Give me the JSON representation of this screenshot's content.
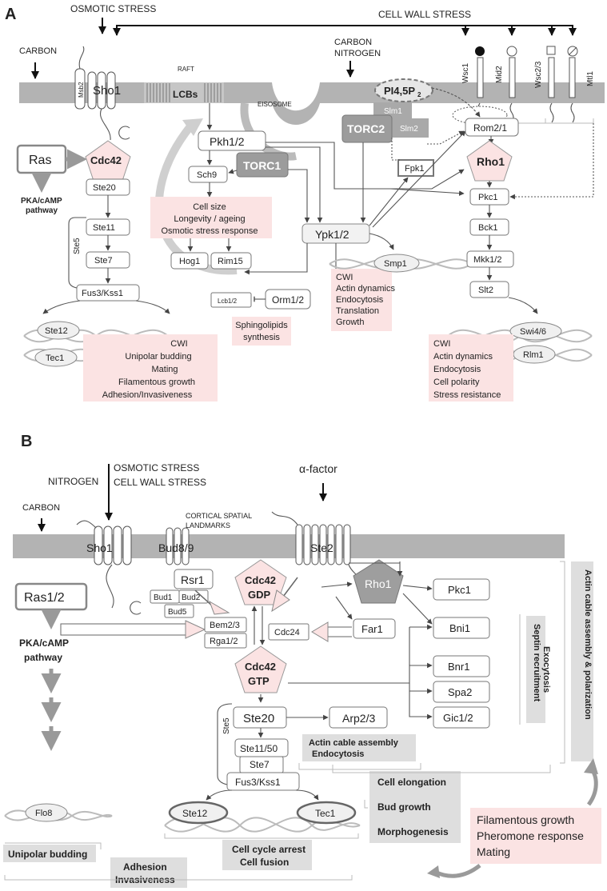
{
  "panel_a": {
    "panel_label": "A",
    "inputs": {
      "osmotic_stress": "OSMOTIC STRESS",
      "cell_wall_stress": "CELL WALL STRESS",
      "carbon": "CARBON",
      "carbon_nitrogen_1": "CARBON",
      "carbon_nitrogen_2": "NITROGEN"
    },
    "membrane": {
      "raft": "RAFT",
      "lcbs": "LCBs",
      "eisosome": "EISOSOME",
      "msb2": "Msb2",
      "sho1": "Sho1",
      "pi45p2": "PI4,5P",
      "pi45p2_sub": "2",
      "slm1": "Slm1",
      "slm2": "Slm2",
      "sensors": [
        "Wsc1",
        "Mid2",
        "Wsc2/3",
        "Mtl1"
      ]
    },
    "nodes": {
      "ras": "Ras",
      "cdc42": "Cdc42",
      "pka_1": "PKA/cAMP",
      "pka_2": "pathway",
      "ste20": "Ste20",
      "ste11": "Ste11",
      "ste7": "Ste7",
      "ste5": "Ste5",
      "fus3": "Fus3/Kss1",
      "ste12": "Ste12",
      "tec1": "Tec1",
      "pkh": "Pkh1/2",
      "torc1": "TORC1",
      "torc2": "TORC2",
      "sch9": "Sch9",
      "hog1": "Hog1",
      "rim15": "Rim15",
      "ypk": "Ypk1/2",
      "fpk1": "Fpk1",
      "lcb12": "Lcb1/2",
      "orm": "Orm1/2",
      "smp1": "Smp1",
      "rom": "Rom2/1",
      "rho1": "Rho1",
      "pkc1": "Pkc1",
      "bck1": "Bck1",
      "mkk": "Mkk1/2",
      "slt2": "Slt2",
      "swi46": "Swi4/6",
      "rlm1": "Rlm1"
    },
    "outputs": {
      "sch9_out": [
        "Cell size",
        "Longevity / ageing",
        "Osmotic stress response"
      ],
      "sphingo": [
        "Sphingolipids",
        "synthesis"
      ],
      "ypk_out": [
        "CWI",
        "Actin dynamics",
        "Endocytosis",
        "Translation",
        "Growth"
      ],
      "fus3_out": [
        "CWI",
        "Unipolar budding",
        "Mating",
        "Filamentous growth",
        "Adhesion/Invasiveness"
      ],
      "slt2_out": [
        "CWI",
        "Actin dynamics",
        "Endocytosis",
        "Cell polarity",
        "Stress resistance"
      ]
    }
  },
  "panel_b": {
    "panel_label": "B",
    "inputs": {
      "nitrogen": "NITROGEN",
      "osmotic_stress": "OSMOTIC STRESS",
      "cell_wall_stress": "CELL WALL STRESS",
      "alpha_factor": "α-factor",
      "carbon": "CARBON",
      "cortical_1": "CORTICAL SPATIAL",
      "cortical_2": "LANDMARKS"
    },
    "membrane": {
      "sho1": "Sho1",
      "bud89": "Bud8/9",
      "ste2": "Ste2"
    },
    "nodes": {
      "rsr1": "Rsr1",
      "bud1": "Bud1",
      "bud2": "Bud2",
      "bud5": "Bud5",
      "cdc42gdp_1": "Cdc42",
      "cdc42gdp_2": "GDP",
      "cdc42gtp_1": "Cdc42",
      "cdc42gtp_2": "GTP",
      "bem23": "Bem2/3",
      "rga12": "Rga1/2",
      "cdc24": "Cdc24",
      "ras12": "Ras1/2",
      "pka_1": "PKA/cAMP",
      "pka_2": "pathway",
      "rho1": "Rho1",
      "far1": "Far1",
      "pkc1": "Pkc1",
      "bni1": "Bni1",
      "bnr1": "Bnr1",
      "spa2": "Spa2",
      "gic12": "Gic1/2",
      "ste20": "Ste20",
      "arp23": "Arp2/3",
      "ste1150": "Ste11/50",
      "ste7": "Ste7",
      "ste5": "Ste5",
      "fus3": "Fus3/Kss1",
      "ste12": "Ste12",
      "tec1": "Tec1",
      "flo8": "Flo8"
    },
    "outputs": {
      "actin_cable_1": "Actin cable assembly",
      "actin_cable_2": "Endocytosis",
      "cell_elongation": "Cell elongation",
      "bud_growth": "Bud growth",
      "morphogenesis": "Morphogenesis",
      "cell_cycle_1": "Cell cycle arrest",
      "cell_cycle_2": "Cell fusion",
      "unipolar": "Unipolar budding",
      "adhesion_1": "Adhesion",
      "adhesion_2": "Invasiveness",
      "septin_1": "Septin recruitment",
      "septin_2": "Exocytosis",
      "actin_polar": "Actin cable assembly & polarization",
      "phenotypes": [
        "Filamentous growth",
        "Pheromone response",
        "Mating"
      ]
    }
  }
}
